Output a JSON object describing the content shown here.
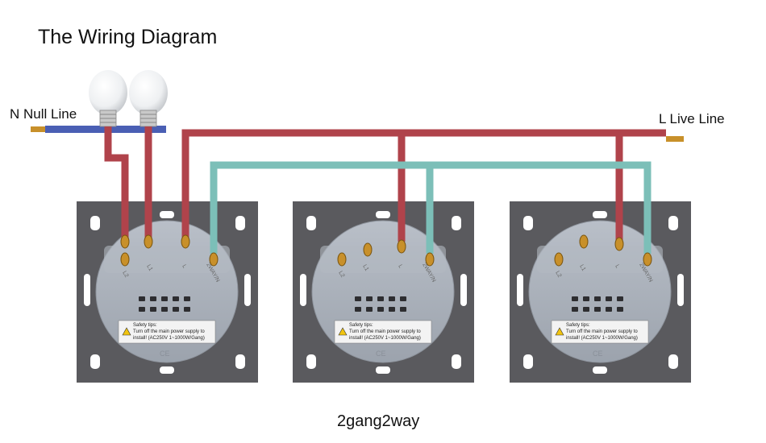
{
  "title": "The Wiring Diagram",
  "labels": {
    "neutral": "N Null Line",
    "live": "L Live Line",
    "caption": "2gang2way"
  },
  "switches": [
    {
      "terminals": [
        "L2",
        "L1",
        "L",
        "2WAY/N"
      ],
      "safety": {
        "heading": "Safety tips:",
        "line1": "Turn off the main power supply to",
        "line2": "install! (AC250V  1~1000W/Gang)"
      },
      "mark": "CE"
    },
    {
      "terminals": [
        "L2",
        "L1",
        "L",
        "2WAY/N"
      ],
      "safety": {
        "heading": "Safety tips:",
        "line1": "Turn off the main power supply to",
        "line2": "install! (AC250V  1~1000W/Gang)"
      },
      "mark": "CE"
    },
    {
      "terminals": [
        "L2",
        "L1",
        "L",
        "2WAY/N"
      ],
      "safety": {
        "heading": "Safety tips:",
        "line1": "Turn off the main power supply to",
        "line2": "install! (AC250V  1~1000W/Gang)"
      },
      "mark": "CE"
    }
  ],
  "colors": {
    "red_wire": "#b0434b",
    "teal_wire": "#7cbfb8",
    "blue_wire": "#4a5fb4",
    "frame": "#5a5a5e",
    "body": "#a9afb9",
    "screw": "#c8902a"
  }
}
